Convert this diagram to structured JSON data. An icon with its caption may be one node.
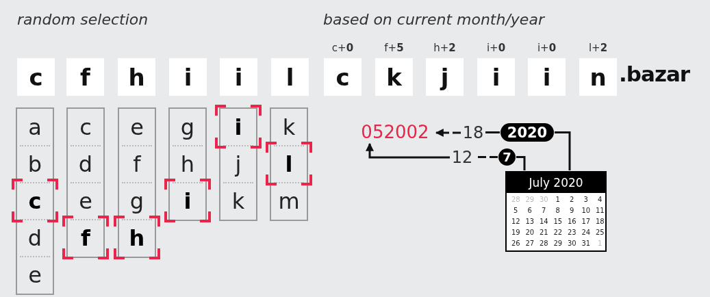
{
  "diagram": {
    "nodes": [
      {
        "text": [
          "c"
        ]
      },
      {
        "text": [
          "f"
        ]
      },
      {
        "text": [
          "h"
        ]
      },
      {
        "text": [
          "i"
        ]
      },
      {
        "text": [
          "i"
        ]
      },
      {
        "text": [
          "l"
        ]
      },
      {
        "text": [
          "c"
        ],
        "beside": [
          "c+**0**"
        ]
      },
      {
        "text": [
          "k"
        ],
        "beside": [
          "f+**5**"
        ]
      },
      {
        "text": [
          "j"
        ],
        "beside": [
          "h+**2**"
        ]
      },
      {
        "text": [
          "i"
        ],
        "beside": [
          "i+**0**"
        ]
      },
      {
        "text": [
          "i"
        ],
        "beside": [
          "i+**0**"
        ]
      },
      {
        "text": [
          "n"
        ],
        "beside": [
          "l+**2**"
        ]
      },
      {
        "text": [],
        "shape": "box"
      },
      {
        "text": [
          "a"
        ],
        "in": 12
      },
      {
        "text": [
          "b"
        ],
        "in": 12
      },
      {
        "text": [
          "c"
        ],
        "in": 12
      },
      {
        "text": [
          "d"
        ],
        "in": 12
      },
      {
        "text": [
          "e"
        ],
        "in": 12
      },
      {
        "text": [],
        "shape": "box"
      },
      {
        "text": [
          "c"
        ],
        "in": 18
      },
      {
        "text": [
          "d"
        ],
        "in": 18
      },
      {
        "text": [
          "e"
        ],
        "in": 18
      },
      {
        "text": [
          "f"
        ],
        "in": 18
      },
      {
        "text": [],
        "shape": "box"
      },
      {
        "text": [
          "e"
        ],
        "in": 23
      },
      {
        "text": [
          "f"
        ],
        "in": 23
      },
      {
        "text": [
          "g"
        ],
        "in": 23
      },
      {
        "text": [
          "h"
        ],
        "in": 23
      },
      {
        "text": [],
        "shape": "box"
      },
      {
        "text": [
          "g"
        ],
        "in": 28
      },
      {
        "text": [
          "h"
        ],
        "in": 28
      },
      {
        "text": [
          "i"
        ],
        "in": 28
      },
      {
        "text": [],
        "shape": "box"
      },
      {
        "text": [
          "i"
        ],
        "in": 32
      },
      {
        "text": [
          "j"
        ],
        "in": 32
      },
      {
        "text": [
          "k"
        ],
        "in": 32
      },
      {
        "text": [],
        "shape": "box"
      },
      {
        "text": [
          "k"
        ],
        "in": 36
      },
      {
        "text": [
          "l"
        ],
        "in": 36
      },
      {
        "text": [
          "m"
        ],
        "in": 36
      },
      {
        "text": [
          "052002"
        ]
      },
      {
        "text": [
          "18"
        ]
      },
      {
        "text": [
          "2020"
        ]
      },
      {
        "text": [
          "12"
        ]
      },
      {
        "text": [
          "7"
        ]
      },
      {
        "text": [
          "July 2020",
          "28",
          "29",
          "30",
          "1",
          "2",
          "3",
          "4",
          "5",
          "6",
          "7",
          "8",
          "9",
          "10",
          "11",
          "12",
          "13",
          "14",
          "15",
          "16",
          "17",
          "18",
          "19",
          "20",
          "21",
          "22",
          "23",
          "24",
          "25",
          "26",
          "27",
          "28",
          "29",
          "30",
          "31",
          "1"
        ]
      }
    ],
    "edges": [
      {
        "from": 42,
        "to": 41,
        "arrow": "none"
      },
      {
        "from": 41,
        "to": 40,
        "arrow": "to",
        "style": "dashed"
      },
      {
        "from": 44,
        "to": 43,
        "arrow": "none",
        "style": "dashed"
      },
      {
        "from": 43,
        "to": 40,
        "arrow": "to"
      },
      {
        "from": 45,
        "to": 42,
        "arrow": "none"
      },
      {
        "from": 45,
        "to": 44,
        "arrow": "none"
      }
    ],
    "labels": [
      "random selection",
      "based on current month/year",
      ".bazar"
    ]
  }
}
